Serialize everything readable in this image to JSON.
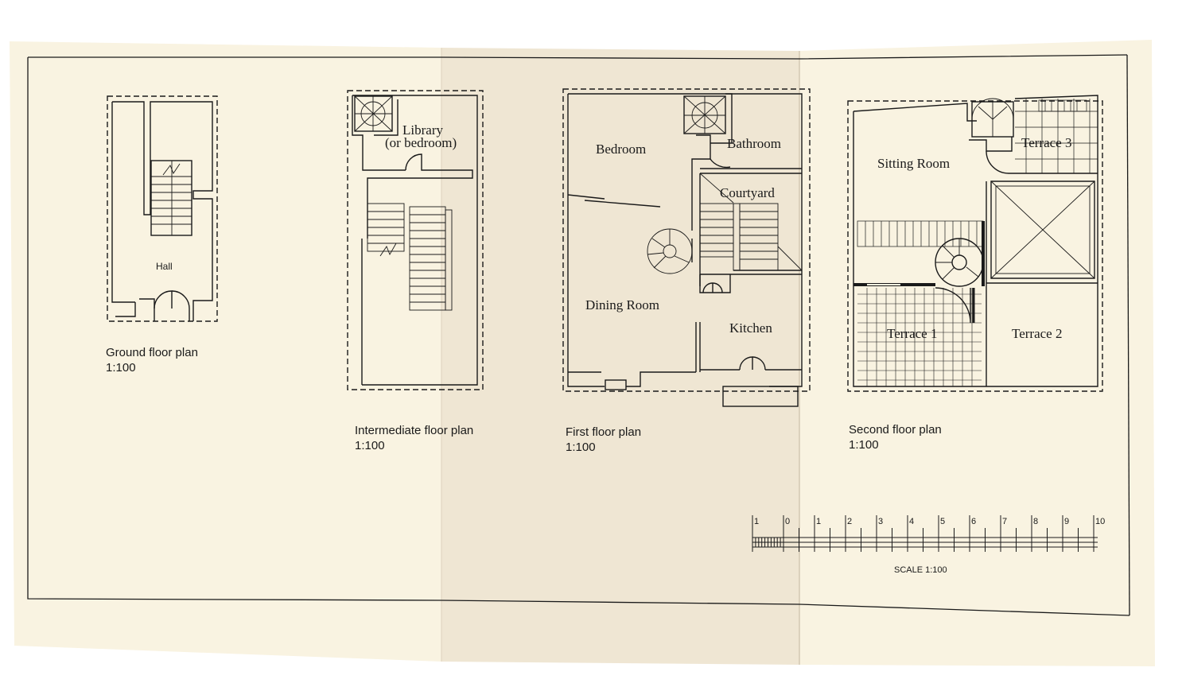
{
  "colors": {
    "paper": "#f8f2df",
    "paper_fold": "#efe5d2",
    "ink": "#1a1a1a"
  },
  "plans": {
    "ground": {
      "title": "Ground floor plan",
      "scale": "1:100",
      "rooms": {
        "hall": "Hall"
      }
    },
    "intermediate": {
      "title": "Intermediate floor plan",
      "scale": "1:100",
      "rooms": {
        "library_line1": "Library",
        "library_line2": "(or bedroom)"
      }
    },
    "first": {
      "title": "First floor plan",
      "scale": "1:100",
      "rooms": {
        "bedroom": "Bedroom",
        "bathroom": "Bathroom",
        "courtyard": "Courtyard",
        "dining": "Dining Room",
        "kitchen": "Kitchen"
      }
    },
    "second": {
      "title": "Second floor plan",
      "scale": "1:100",
      "rooms": {
        "sitting": "Sitting Room",
        "terrace3": "Terrace 3",
        "terrace1": "Terrace 1",
        "terrace2": "Terrace 2"
      }
    }
  },
  "scale_bar": {
    "ticks": [
      "1",
      "0",
      "1",
      "2",
      "3",
      "4",
      "5",
      "6",
      "7",
      "8",
      "9",
      "10"
    ],
    "caption": "SCALE 1:100"
  }
}
